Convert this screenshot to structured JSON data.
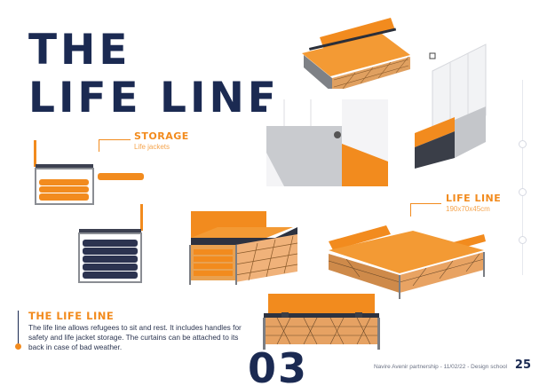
{
  "page_title_line1": "THE",
  "page_title_line2": "LIFE LINE",
  "storage": {
    "title": "STORAGE",
    "subtitle": "Life jackets"
  },
  "lifeline_label": {
    "title": "LIFE LINE",
    "subtitle": "190x70x45cm"
  },
  "section": {
    "title": "THE LIFE LINE",
    "description": "The life line allows refugees to sit and rest. It includes handles for safety and life jacket storage. The curtains can  be attached to its back in case of bad weather."
  },
  "big_number": "03",
  "footer": "Navire Avenir partnership - 11/02/22 - Design school",
  "page_number": "25",
  "colors": {
    "orange": "#f28b1e",
    "navy": "#1b2a52",
    "frame": "#8a8d93"
  }
}
